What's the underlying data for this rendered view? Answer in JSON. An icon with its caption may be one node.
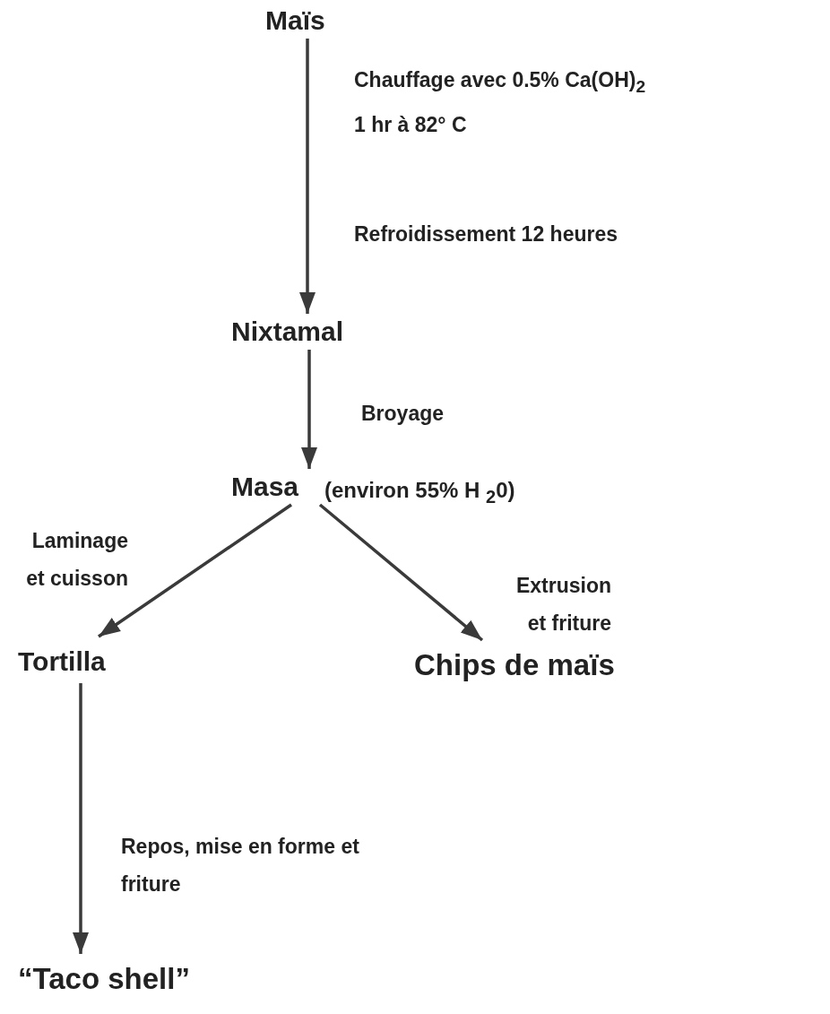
{
  "diagram": {
    "nodes": [
      {
        "text": [
          "Maïs"
        ]
      },
      {
        "text": [
          "Nixtamal"
        ]
      },
      {
        "text": [
          "Masa"
        ],
        "beside": [
          "(environ 55% H $_{2}$0)"
        ]
      },
      {
        "text": [
          "Tortilla"
        ]
      },
      {
        "text": [
          "Chips de maïs"
        ]
      },
      {
        "text": [
          "“Taco shell”"
        ]
      }
    ],
    "edges": [
      {
        "from": 0,
        "to": 1,
        "arrow": "to",
        "label": "Chauffage avec 0.5% Ca(OH)$_{2}$ 1 hr à 82° C"
      },
      {
        "from": 1,
        "to": 2,
        "arrow": "to",
        "label": "Broyage"
      },
      {
        "from": 2,
        "to": 3,
        "arrow": "to",
        "label": "Laminage et cuisson"
      },
      {
        "from": 2,
        "to": 4,
        "arrow": "to",
        "label": "Extrusion et friture"
      },
      {
        "from": 3,
        "to": 5,
        "arrow": "to",
        "label": "Repos, mise en forme et friture"
      }
    ],
    "labels": [
      "Refroidissement 12 heures"
    ]
  }
}
